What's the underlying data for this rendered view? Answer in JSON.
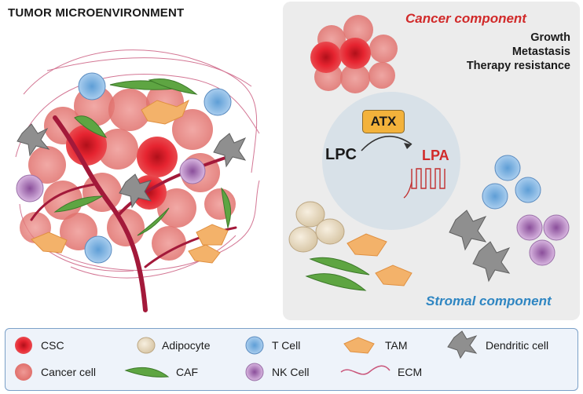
{
  "title": "TUMOR MICROENVIRONMENT",
  "cancer_panel": {
    "title": "Cancer component",
    "effects": [
      "Growth",
      "Metastasis",
      "Therapy resistance"
    ]
  },
  "pathway": {
    "enzyme": "ATX",
    "substrate": "LPC",
    "product": "LPA"
  },
  "stromal_panel": {
    "title": "Stromal component"
  },
  "legend": {
    "items": [
      {
        "label": "CSC",
        "icon": "csc-icon"
      },
      {
        "label": "Cancer cell",
        "icon": "cancer-cell-icon"
      },
      {
        "label": "Adipocyte",
        "icon": "adipocyte-icon"
      },
      {
        "label": "CAF",
        "icon": "caf-icon"
      },
      {
        "label": "T Cell",
        "icon": "t-cell-icon"
      },
      {
        "label": "NK Cell",
        "icon": "nk-cell-icon"
      },
      {
        "label": "TAM",
        "icon": "tam-icon"
      },
      {
        "label": "ECM",
        "icon": "ecm-icon"
      },
      {
        "label": "Dendritic cell",
        "icon": "dendritic-cell-icon"
      }
    ]
  },
  "colors": {
    "cancer_red": "#d12a2a",
    "stromal_blue": "#2f86c2",
    "atx_fill": "#f3b23b",
    "legend_border": "#7ba0c8"
  }
}
